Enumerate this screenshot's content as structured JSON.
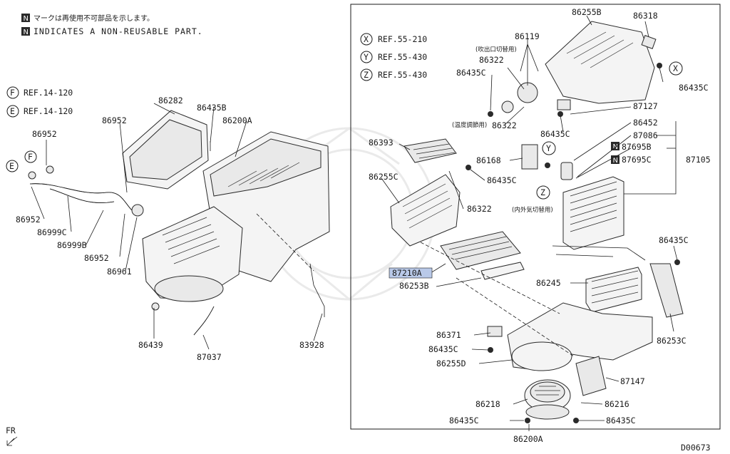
{
  "notes": {
    "badge": "N",
    "japanese": "マークは再使用不可部品を示します。",
    "english": "INDICATES A NON-REUSABLE PART."
  },
  "refs_left": [
    {
      "letter": "F",
      "text": "REF.14-120"
    },
    {
      "letter": "E",
      "text": "REF.14-120"
    }
  ],
  "refs_right": [
    {
      "letter": "X",
      "text": "REF.55-210"
    },
    {
      "letter": "Y",
      "text": "REF.55-430"
    },
    {
      "letter": "Z",
      "text": "REF.55-430"
    }
  ],
  "callouts": {
    "c86282": "86282",
    "c86435B": "86435B",
    "c86200A_top": "86200A",
    "c86952_a": "86952",
    "c86952_b": "86952",
    "c86952_c": "86952",
    "c86952_d": "86952",
    "c86999C": "86999C",
    "c86999B": "86999B",
    "c86961": "86961",
    "c86439": "86439",
    "c87037": "87037",
    "c83928": "83928",
    "c86255B": "86255B",
    "c86318": "86318",
    "c86119": "86119",
    "c86322_a": "86322",
    "c86435C_a": "86435C",
    "c86435C_b": "86435C",
    "c87127": "87127",
    "c86322_b": "86322",
    "c86435C_c": "86435C",
    "c86452": "86452",
    "c87086": "87086",
    "c87695B": "87695B",
    "c87695C": "87695C",
    "c87105": "87105",
    "c86393": "86393",
    "c86168": "86168",
    "c86435C_d": "86435C",
    "c86255C": "86255C",
    "c86322_c": "86322",
    "c87210A": "87210A",
    "c86253B": "86253B",
    "c86245": "86245",
    "c86435C_e": "86435C",
    "c86253C": "86253C",
    "c86371": "86371",
    "c86435C_f": "86435C",
    "c86255D": "86255D",
    "c87147": "87147",
    "c86218": "86218",
    "c86216": "86216",
    "c86435C_g": "86435C",
    "c86435C_h": "86435C",
    "c86200A_bot": "86200A"
  },
  "jp_labels": {
    "outlet": "(吹出口切替用)",
    "temp": "(温度調節用)",
    "intake": "(内外気切替用)"
  },
  "small_labels": {
    "E": "E",
    "F": "F",
    "X": "X",
    "Y": "Y",
    "Z": "Z",
    "N1": "N",
    "N2": "N"
  },
  "footer": {
    "fr": "FR",
    "code": "D00673"
  },
  "colors": {
    "highlight": "#b9c9e8"
  }
}
